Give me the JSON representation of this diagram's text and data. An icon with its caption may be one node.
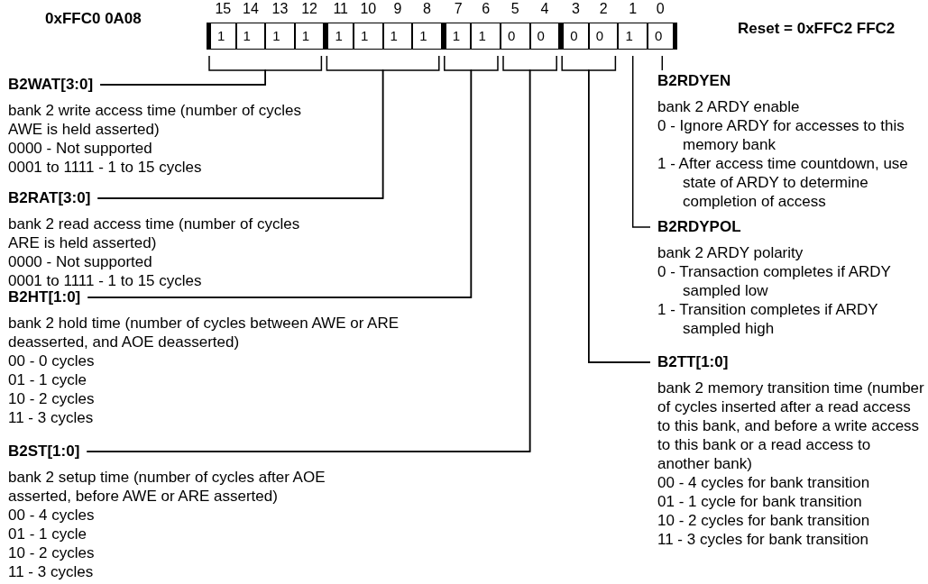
{
  "diagram": {
    "nodes": [
      {
        "text": [
          "1"
        ],
        "beside": [
          "15"
        ]
      },
      {
        "text": [
          "1"
        ],
        "beside": [
          "14"
        ]
      },
      {
        "text": [
          "1"
        ],
        "beside": [
          "13"
        ]
      },
      {
        "text": [
          "1"
        ],
        "beside": [
          "12"
        ]
      },
      {
        "text": [
          "1"
        ],
        "beside": [
          "11"
        ]
      },
      {
        "text": [
          "1"
        ],
        "beside": [
          "10"
        ]
      },
      {
        "text": [
          "1"
        ],
        "beside": [
          "9"
        ]
      },
      {
        "text": [
          "1"
        ],
        "beside": [
          "8"
        ]
      },
      {
        "text": [
          "1"
        ],
        "beside": [
          "7"
        ]
      },
      {
        "text": [
          "1"
        ],
        "beside": [
          "6"
        ]
      },
      {
        "text": [
          "0"
        ],
        "beside": [
          "5"
        ]
      },
      {
        "text": [
          "0"
        ],
        "beside": [
          "4"
        ]
      },
      {
        "text": [
          "0"
        ],
        "beside": [
          "3"
        ]
      },
      {
        "text": [
          "0"
        ],
        "beside": [
          "2"
        ]
      },
      {
        "text": [
          "1"
        ],
        "beside": [
          "1"
        ]
      },
      {
        "text": [
          "0"
        ],
        "beside": [
          "0"
        ]
      },
      {
        "text": [
          "B2WAT[3:0]",
          "bank 2 write access time (number of cycles AWE is held asserted)",
          "0000 - Not supported",
          "0001 to 1111 - 1 to 15 cycles"
        ]
      },
      {
        "text": [
          "B2RAT[3:0]",
          "bank 2 read access time (number of cycles ARE is held asserted)",
          "0000 - Not supported",
          "0001 to 1111 - 1 to 15 cycles"
        ]
      },
      {
        "text": [
          "B2HT[1:0]",
          "bank 2 hold time (number of cycles between AWE or ARE deasserted, and AOE deasserted)",
          "00 - 0 cycles",
          "01 - 1 cycle",
          "10 - 2 cycles",
          "11 - 3 cycles"
        ]
      },
      {
        "text": [
          "B2ST[1:0]",
          "bank 2 setup time (number of cycles after AOE asserted, before AWE or ARE asserted)",
          "00 - 4 cycles",
          "01 - 1 cycle",
          "10 - 2 cycles",
          "11 - 3 cycles"
        ]
      },
      {
        "text": [
          "B2RDYEN",
          "bank 2 ARDY enable",
          "0 - Ignore ARDY for accesses to this memory bank",
          "1 - After access time countdown, use state of ARDY to determine completion of access"
        ]
      },
      {
        "text": [
          "B2RDYPOL",
          "bank 2 ARDY polarity",
          "0 - Transaction completes if ARDY sampled low",
          "1 - Transition completes if ARDY sampled high"
        ]
      },
      {
        "text": [
          "B2TT[1:0]",
          "bank 2 memory transition time (number of cycles inserted after a read access to this bank, and before a write access to this bank or a read access to another bank)",
          "00 - 4 cycles for bank transition",
          "01 - 1 cycle for bank transition",
          "10 - 2 cycles for bank transition",
          "11 - 3 cycles for bank transition"
        ]
      }
    ],
    "edges": [
      {
        "from": 16,
        "to": 0,
        "arrow": "none"
      },
      {
        "from": 16,
        "to": 3,
        "arrow": "none"
      },
      {
        "from": 17,
        "to": 4,
        "arrow": "none"
      },
      {
        "from": 17,
        "to": 7,
        "arrow": "none"
      },
      {
        "from": 18,
        "to": 8,
        "arrow": "none"
      },
      {
        "from": 18,
        "to": 9,
        "arrow": "none"
      },
      {
        "from": 19,
        "to": 10,
        "arrow": "none"
      },
      {
        "from": 19,
        "to": 11,
        "arrow": "none"
      },
      {
        "from": 20,
        "to": 15,
        "arrow": "none"
      },
      {
        "from": 21,
        "to": 14,
        "arrow": "none"
      },
      {
        "from": 22,
        "to": 12,
        "arrow": "none"
      },
      {
        "from": 22,
        "to": 13,
        "arrow": "none"
      }
    ],
    "labels": [
      "0xFFC0 0A08",
      "Reset = 0xFFC2 FFC2"
    ]
  }
}
